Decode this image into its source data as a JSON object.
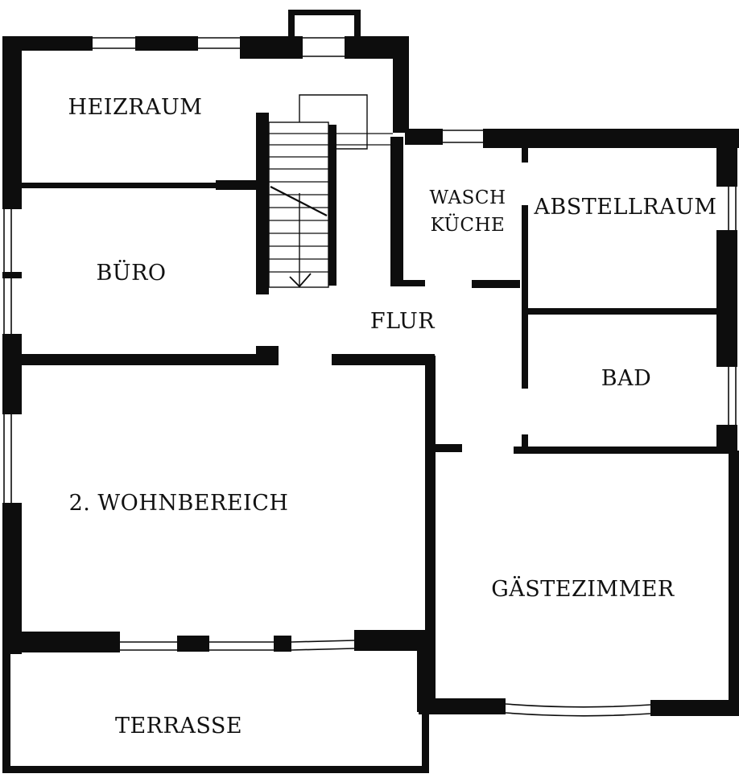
{
  "floorplan": {
    "rooms": {
      "heizraum": "HEIZRAUM",
      "buero": "BÜRO",
      "wasch_line1": "WASCH",
      "wasch_line2": "KÜCHE",
      "abstellraum": "ABSTELLRAUM",
      "flur": "FLUR",
      "bad": "BAD",
      "wohnbereich": "2. WOHNBEREICH",
      "gaestezimmer": "GÄSTEZIMMER",
      "terrasse": "TERRASSE"
    },
    "colors": {
      "wall": "#0d0d0d",
      "background": "#ffffff",
      "text": "#111111"
    }
  }
}
